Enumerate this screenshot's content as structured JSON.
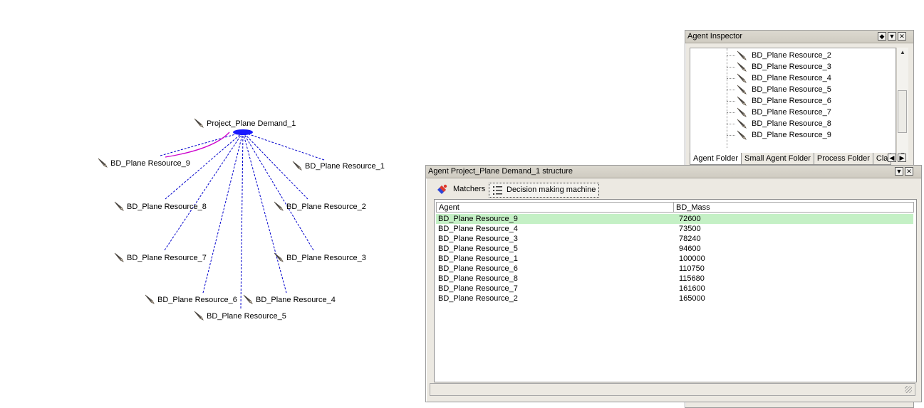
{
  "graph": {
    "root": "Project_Plane Demand_1",
    "nodes": [
      "BD_Plane Resource_9",
      "BD_Plane Resource_1",
      "BD_Plane Resource_8",
      "BD_Plane Resource_2",
      "BD_Plane Resource_7",
      "BD_Plane Resource_3",
      "BD_Plane Resource_6",
      "BD_Plane Resource_4",
      "BD_Plane Resource_5"
    ],
    "colors": {
      "edge": "#0000cc",
      "highlight": "#cc00cc"
    }
  },
  "inspector": {
    "title": "Agent Inspector",
    "controls": [
      "◆",
      "▼",
      "✕"
    ],
    "tree": [
      "BD_Plane Resource_2",
      "BD_Plane Resource_3",
      "BD_Plane Resource_4",
      "BD_Plane Resource_5",
      "BD_Plane Resource_6",
      "BD_Plane Resource_7",
      "BD_Plane Resource_8",
      "BD_Plane Resource_9"
    ],
    "tabs": [
      "Agent Folder",
      "Small Agent Folder",
      "Process Folder",
      "Cla"
    ]
  },
  "structure": {
    "title": "Agent Project_Plane Demand_1 structure",
    "controls": [
      "▼",
      "✕"
    ],
    "toolbar": {
      "matchers": "Matchers",
      "dmm": "Decision making machine"
    },
    "columns": [
      "Agent",
      "BD_Mass"
    ],
    "rows": [
      {
        "agent": "BD_Plane Resource_9",
        "mass": "72600"
      },
      {
        "agent": "BD_Plane Resource_4",
        "mass": "73500"
      },
      {
        "agent": "BD_Plane Resource_3",
        "mass": "78240"
      },
      {
        "agent": "BD_Plane Resource_5",
        "mass": "94600"
      },
      {
        "agent": "BD_Plane Resource_1",
        "mass": "100000"
      },
      {
        "agent": "BD_Plane Resource_6",
        "mass": "110750"
      },
      {
        "agent": "BD_Plane Resource_8",
        "mass": "115680"
      },
      {
        "agent": "BD_Plane Resource_7",
        "mass": "161600"
      },
      {
        "agent": "BD_Plane Resource_2",
        "mass": "165000"
      }
    ],
    "selected_row": 0,
    "selection_color": "#c4f0c5"
  }
}
